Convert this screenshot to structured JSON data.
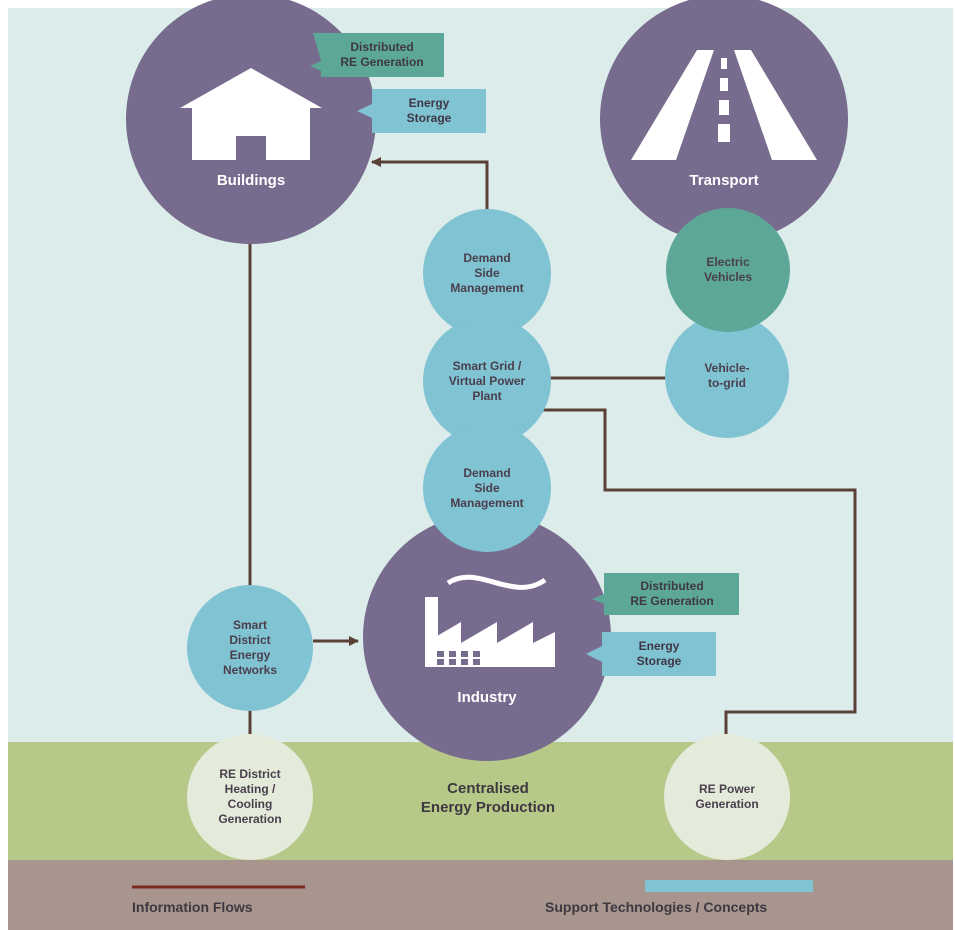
{
  "hubs": {
    "buildings": "Buildings",
    "transport": "Transport",
    "industry": "Industry"
  },
  "nodes": {
    "dsm_top": "Demand\nSide\nManagement",
    "smart_grid": "Smart Grid /\nVirtual Power\nPlant",
    "dsm_bottom": "Demand\nSide\nManagement",
    "electric_vehicles": "Electric\nVehicles",
    "vehicle_to_grid": "Vehicle-\nto-grid",
    "smart_district": "Smart\nDistrict\nEnergy\nNetworks"
  },
  "tags": {
    "buildings_generation": "Distributed\nRE Generation",
    "buildings_storage": "Energy\nStorage",
    "industry_generation": "Distributed\nRE Generation",
    "industry_storage": "Energy\nStorage"
  },
  "production": {
    "title": "Centralised\nEnergy Production",
    "district_heating": "RE District\nHeating /\nCooling\nGeneration",
    "power_generation": "RE Power\nGeneration"
  },
  "legend": {
    "information_flows": "Information Flows",
    "support": "Support Technologies / Concepts"
  },
  "colors": {
    "background": "#dcecea",
    "hub": "#776b8e",
    "node": "#80c3d3",
    "teal": "#5ca797",
    "band": "#b7c988",
    "legend_band": "#a8968e",
    "flow": "#5b4038",
    "support_bar": "#80c3d3"
  }
}
